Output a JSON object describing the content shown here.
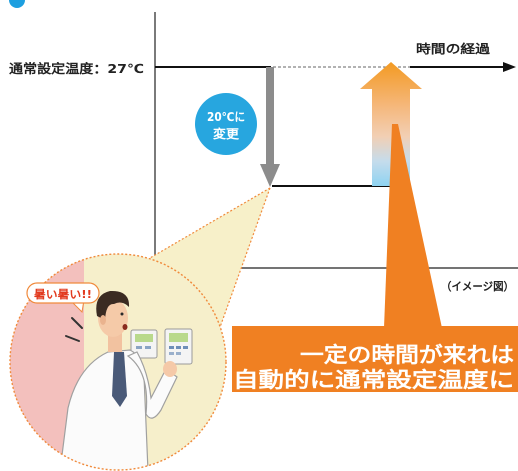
{
  "section": {
    "marker_icon": "circle-icon",
    "marker_color": "#1d9fe0"
  },
  "chart": {
    "setpoint_label": "通常設定温度：27℃",
    "time_axis_label": "時間の経過",
    "caption": "（イメージ図）",
    "down_arrow_color": "#8c8c8c",
    "change_badge": {
      "line1": "20℃に",
      "line2": "変更",
      "color": "#27a6df"
    }
  },
  "callout": {
    "line1": "一定の時間が来れは",
    "line2": "自動的に通常設定温度に",
    "color": "#f08022"
  },
  "illustration": {
    "speech_text": "暑い暑い!!",
    "speech_color": "#e23a1f",
    "panel_icon": "control-panel-icon"
  }
}
